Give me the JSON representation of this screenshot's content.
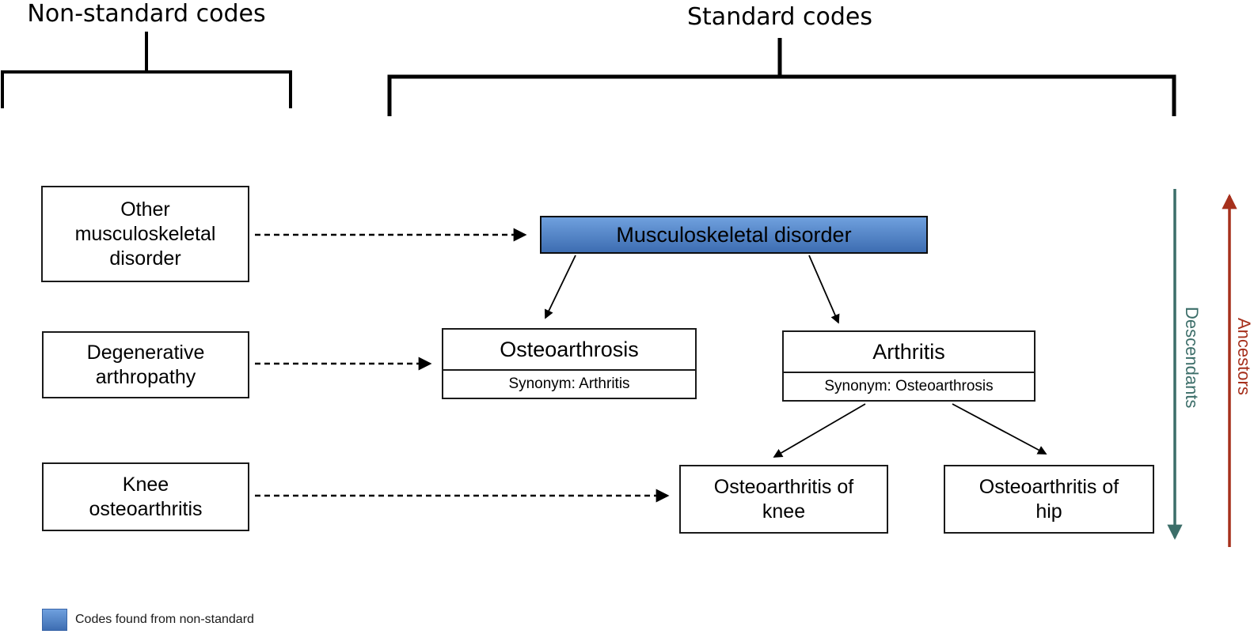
{
  "header": {
    "non_standard_label": "Non-standard codes",
    "standard_label": "Standard codes"
  },
  "non_standard_codes": [
    {
      "label": "Other musculoskeletal disorder"
    },
    {
      "label": "Degenerative arthropathy"
    },
    {
      "label": "Knee osteoarthritis"
    }
  ],
  "standard_codes": {
    "root": {
      "label": "Musculoskeletal disorder",
      "highlighted": true,
      "fill_top": "#6FA0DE",
      "fill_bottom": "#3D6DB2"
    },
    "level2": [
      {
        "label": "Osteoarthrosis",
        "synonym": "Synonym: Arthritis"
      },
      {
        "label": "Arthritis",
        "synonym": "Synonym: Osteoarthrosis"
      }
    ],
    "level3": [
      {
        "label": "Osteoarthritis of knee"
      },
      {
        "label": "Osteoarthritis of hip"
      }
    ]
  },
  "axes": {
    "descendants_label": "Descendants",
    "descendants_color": "#3C6E69",
    "ancestors_label": "Ancestors",
    "ancestors_color": "#A6301C"
  },
  "legend": {
    "swatch_color_top": "#6FA0DE",
    "swatch_color_bottom": "#3D6DB2",
    "label": "Codes found from non-standard"
  }
}
